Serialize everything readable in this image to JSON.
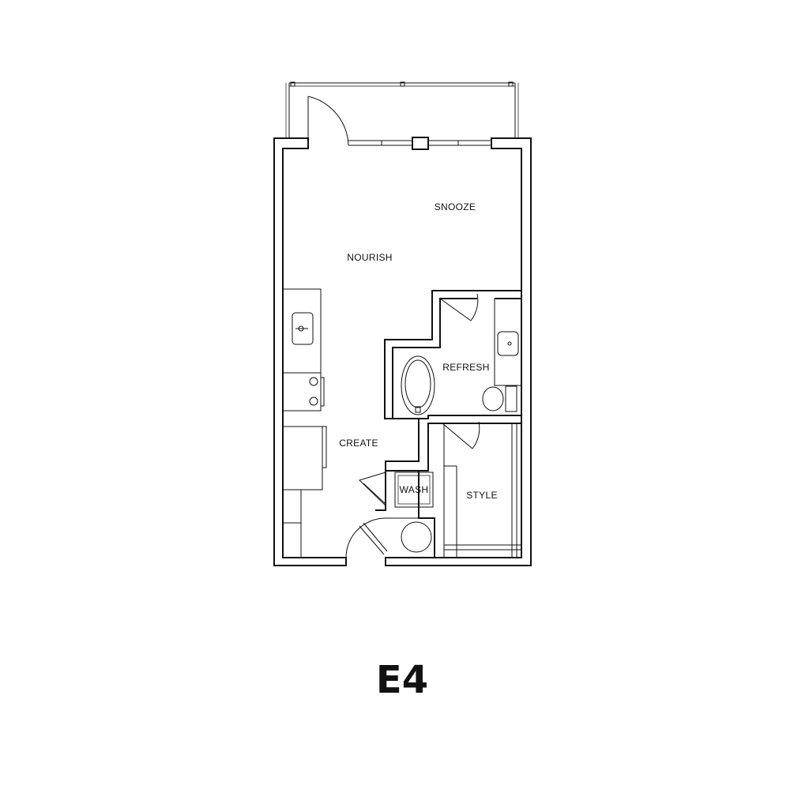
{
  "plan": {
    "title": "E4",
    "rooms": {
      "snooze": "SNOOZE",
      "nourish": "NOURISH",
      "refresh": "REFRESH",
      "create": "CREATE",
      "wash": "WASH",
      "style": "STYLE"
    }
  }
}
